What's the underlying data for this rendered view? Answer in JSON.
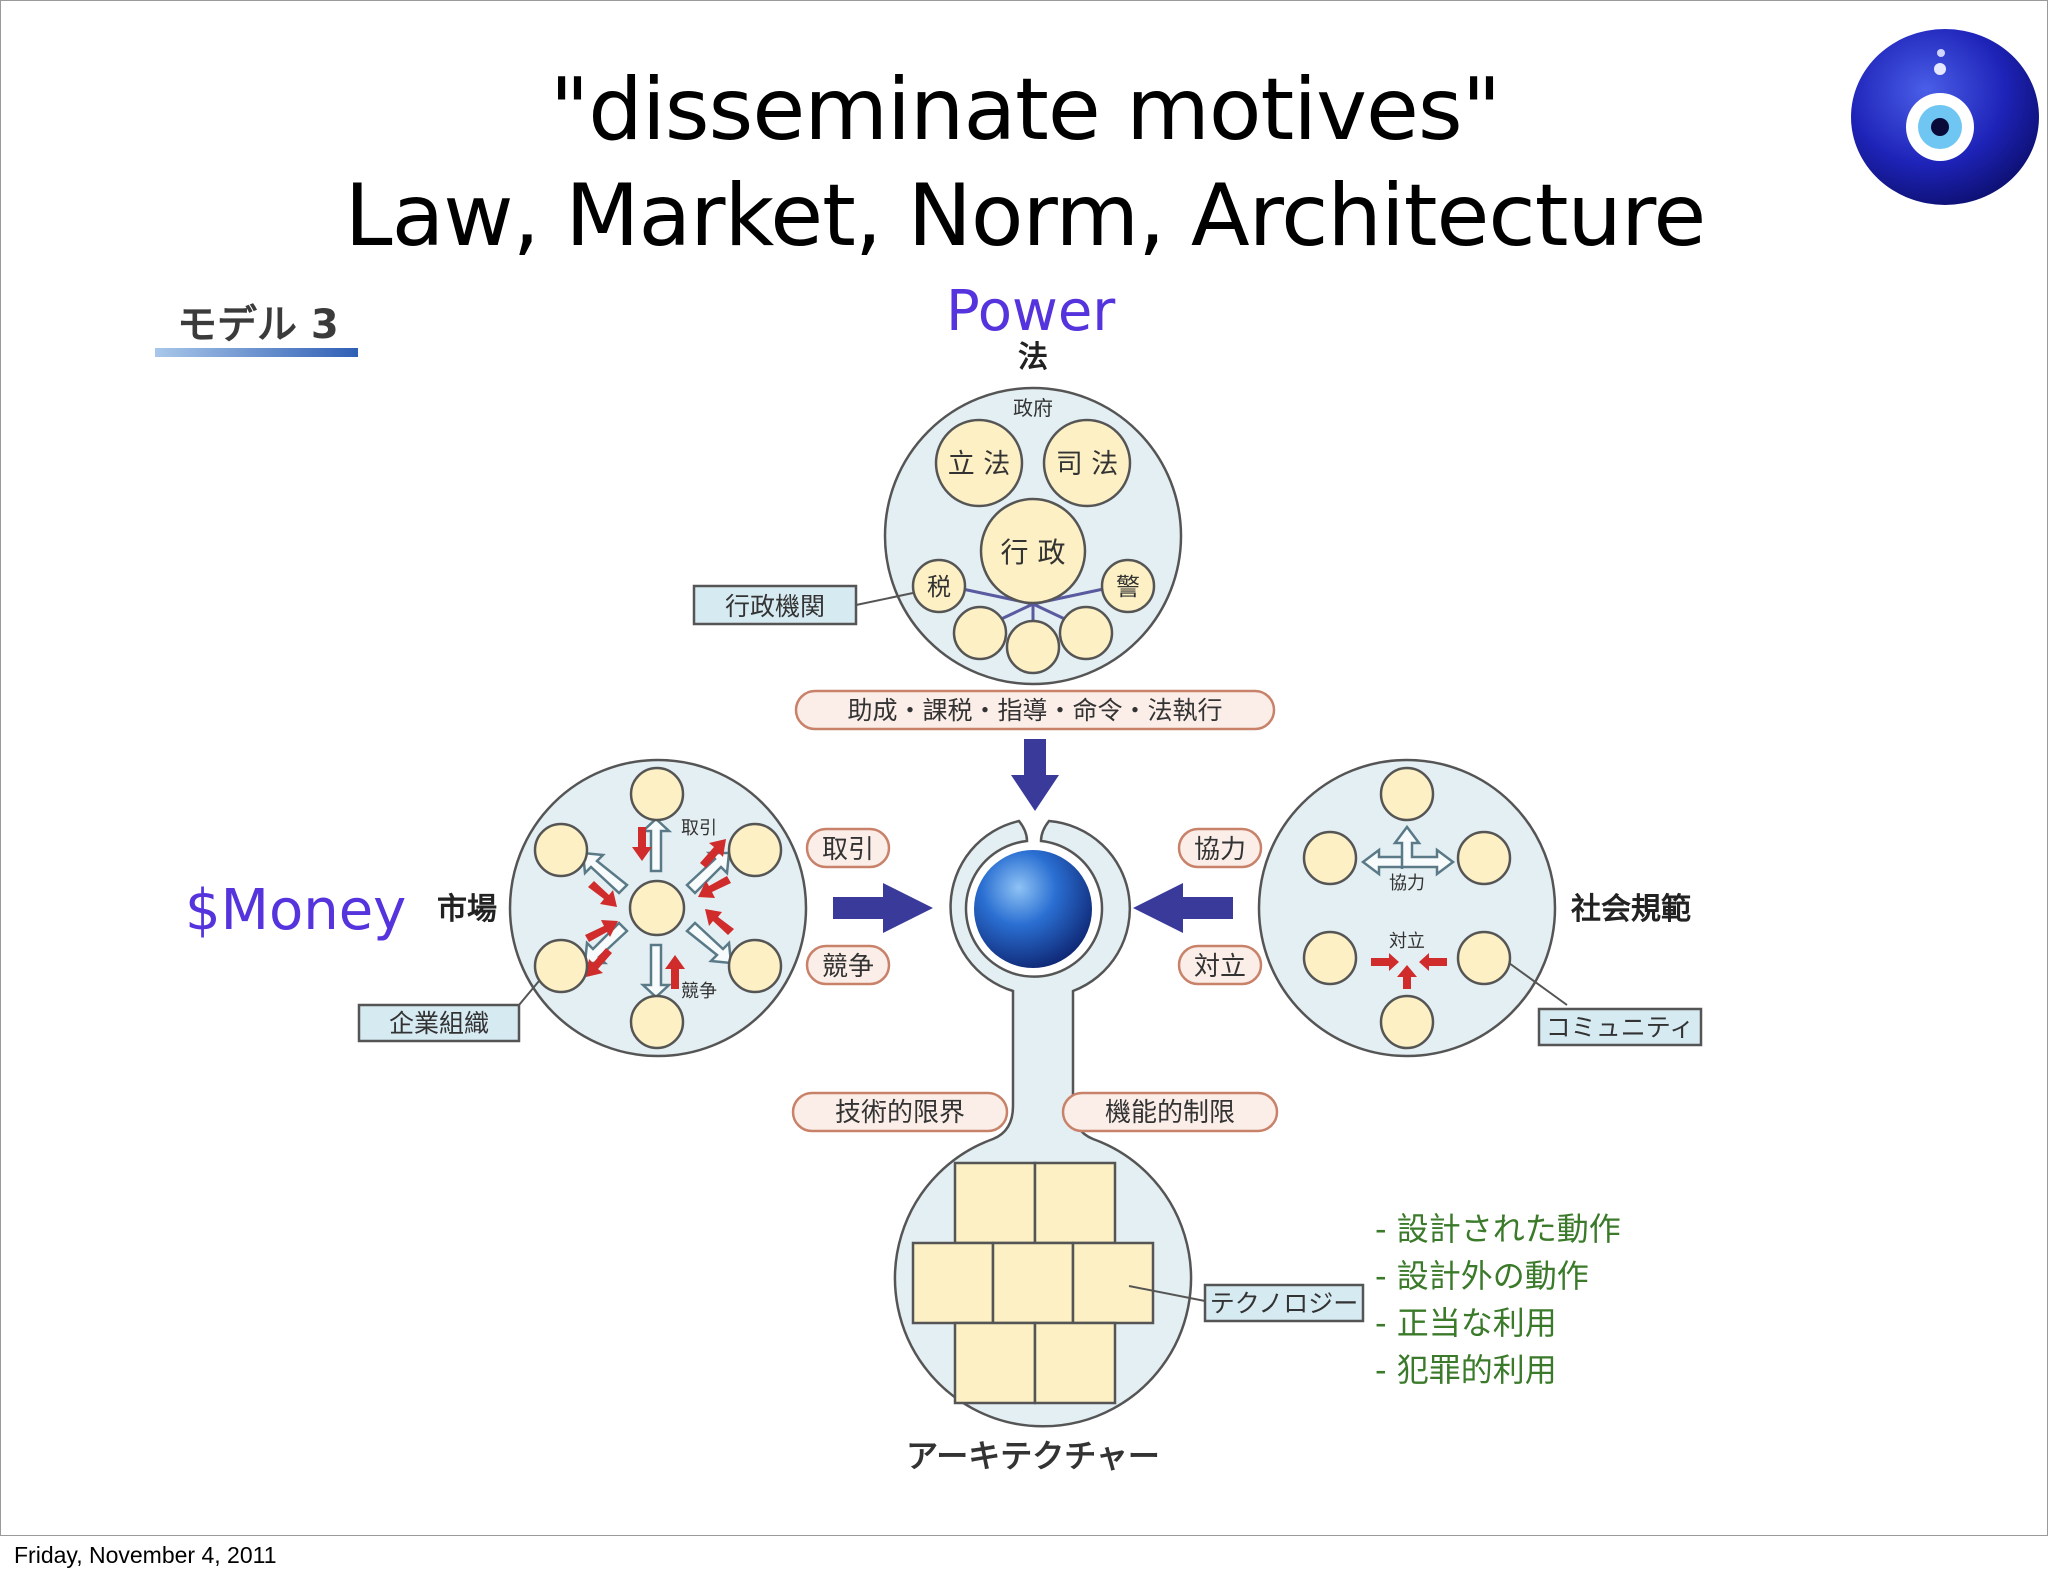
{
  "slide": {
    "title_line1": "\"disseminate motives\"",
    "title_line2": "Law, Market, Norm, Architecture",
    "footer_date": "Friday, November 4, 2011",
    "annotation_power": "Power",
    "annotation_money": "$Money",
    "annotation_color": "#5533dd",
    "list_color": "#3a7a2a",
    "design_list": [
      "- 設計された動作",
      "- 設計外の動作",
      "- 正当な利用",
      "- 犯罪的利用"
    ]
  },
  "diagram": {
    "model_label": "モデル 3",
    "law": {
      "label": "法",
      "government": "政府",
      "legislature": "立 法",
      "judiciary": "司 法",
      "administration": "行 政",
      "tax": "税",
      "police": "警",
      "agency_tag": "行政機関"
    },
    "law_actions": "助成・課税・指導・命令・法執行",
    "market": {
      "label": "市場",
      "trade_small": "取引",
      "competition_small": "競争",
      "org_tag": "企業組織",
      "trade_tag": "取引",
      "competition_tag": "競争"
    },
    "norms": {
      "label": "社会規範",
      "cooperation_small": "協力",
      "conflict_small": "対立",
      "community_tag": "コミュニティ",
      "cooperation_tag": "協力",
      "conflict_tag": "対立"
    },
    "architecture": {
      "label": "アーキテクチャー",
      "tech_limit": "技術的限界",
      "func_limit": "機能的制限",
      "tech_tag": "テクノロジー"
    },
    "colors": {
      "circle_fill": "#e4eff3",
      "node_fill": "#fcf0c4",
      "tag_fill": "#d6eaf2",
      "pill_fill": "#fbeee8",
      "pill_stroke": "#c9826a",
      "arrow_blue": "#3a3a9a",
      "arrow_red": "#d02c2c"
    }
  }
}
